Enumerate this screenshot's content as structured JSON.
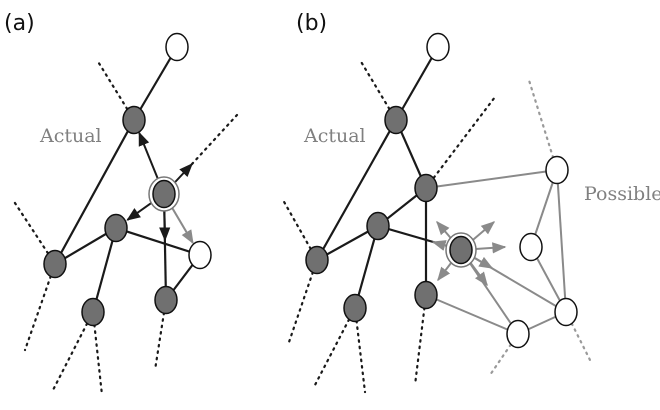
{
  "panels": [
    {
      "label": "(a)",
      "words": [
        "Actual"
      ]
    },
    {
      "label": "(b)",
      "words": [
        "Actual",
        "Possible"
      ]
    }
  ],
  "colors": {
    "actual_node": "#707070",
    "possible_node": "#ffffff",
    "actual_edge": "#1a1a1a",
    "possible_edge": "#8a8a8a",
    "label_text": "#808080"
  }
}
